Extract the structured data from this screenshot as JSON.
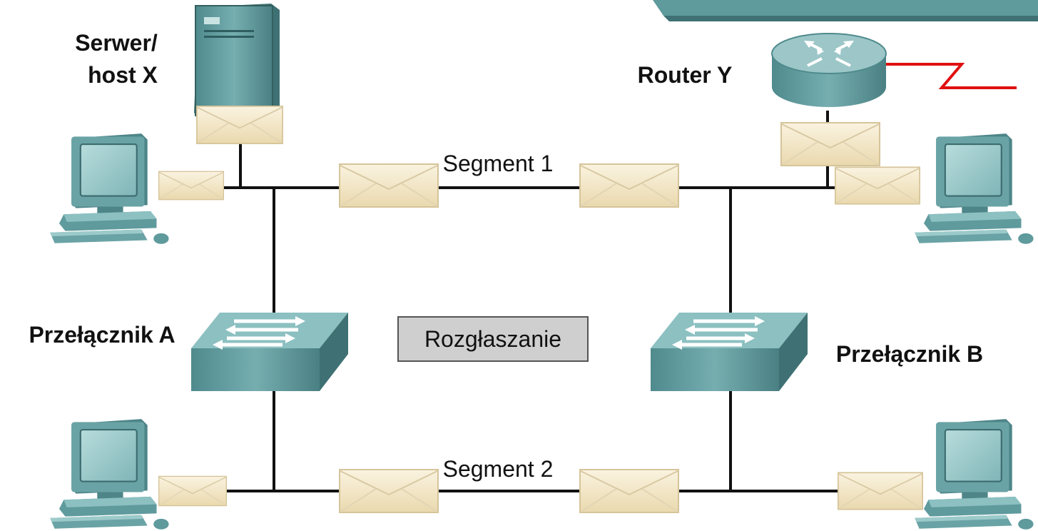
{
  "labels": {
    "server": [
      "Serwer/",
      "host X"
    ],
    "router": "Router Y",
    "switch_a": "Przełącznik A",
    "switch_b": "Przełącznik B",
    "segment_1": "Segment 1",
    "segment_2": "Segment 2",
    "broadcast": "Rozgłaszanie"
  },
  "colors": {
    "device_teal": "#5f9a9d",
    "device_teal_dark": "#3f7174",
    "device_teal_light": "#9cc6c7",
    "envelope": "#f2e6c8",
    "envelope_edge": "#d9c9a0",
    "wire": "#111111",
    "wan_link": "#e01010",
    "broadcast_box": "#cfcfcf"
  },
  "icons": {
    "server": "server-tower-icon",
    "router": "router-icon",
    "switch": "switch-icon",
    "workstation": "workstation-icon",
    "frame": "envelope-icon"
  }
}
